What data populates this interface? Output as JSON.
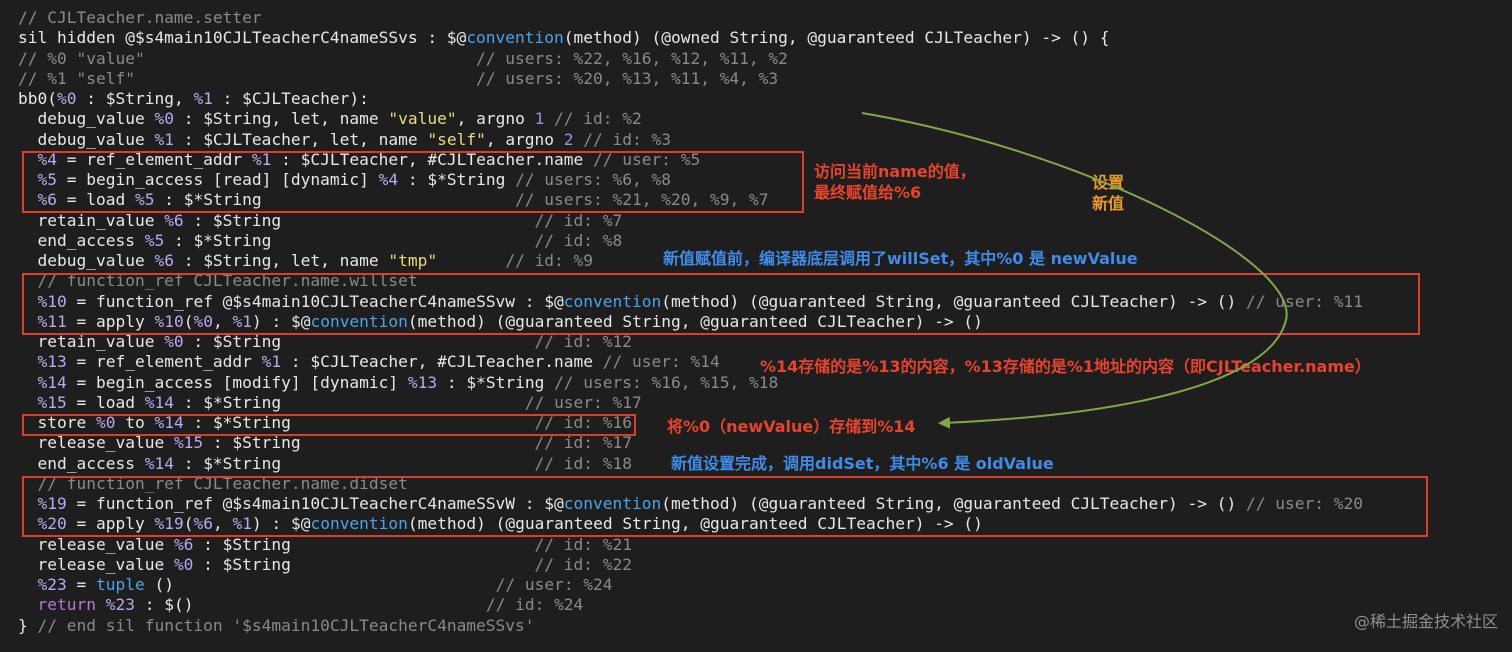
{
  "code_lines": [
    [
      {
        "t": "// CJLTeacher.name.setter",
        "c": "comment"
      }
    ],
    [
      {
        "t": "sil hidden @$s4main10CJLTeacherC4nameSSvs : $@",
        "c": "plain"
      },
      {
        "t": "convention",
        "c": "blue"
      },
      {
        "t": "(method) (@owned String, @guaranteed CJLTeacher) -> () {",
        "c": "plain"
      }
    ],
    [
      {
        "t": "// %0 \"value\"                                  // users: %22, %16, %12, %11, %2",
        "c": "comment"
      }
    ],
    [
      {
        "t": "// %1 \"self\"                                   // users: %20, %13, %11, %4, %3",
        "c": "comment"
      }
    ],
    [
      {
        "t": "bb0(",
        "c": "plain"
      },
      {
        "t": "%0",
        "c": "var"
      },
      {
        "t": " : $String, ",
        "c": "plain"
      },
      {
        "t": "%1",
        "c": "var"
      },
      {
        "t": " : $CJLTeacher):",
        "c": "plain"
      }
    ],
    [
      {
        "t": "  debug_value ",
        "c": "plain"
      },
      {
        "t": "%0",
        "c": "var"
      },
      {
        "t": " : $String, let, name ",
        "c": "plain"
      },
      {
        "t": "\"value\"",
        "c": "str"
      },
      {
        "t": ", argno ",
        "c": "plain"
      },
      {
        "t": "1",
        "c": "num"
      },
      {
        "t": " // id: %2",
        "c": "comment"
      }
    ],
    [
      {
        "t": "  debug_value ",
        "c": "plain"
      },
      {
        "t": "%1",
        "c": "var"
      },
      {
        "t": " : $CJLTeacher, let, name ",
        "c": "plain"
      },
      {
        "t": "\"self\"",
        "c": "str"
      },
      {
        "t": ", argno ",
        "c": "plain"
      },
      {
        "t": "2",
        "c": "num"
      },
      {
        "t": " // id: %3",
        "c": "comment"
      }
    ],
    [
      {
        "t": "  ",
        "c": "plain"
      },
      {
        "t": "%4",
        "c": "var"
      },
      {
        "t": " = ref_element_addr ",
        "c": "plain"
      },
      {
        "t": "%1",
        "c": "var"
      },
      {
        "t": " : $CJLTeacher, #CJLTeacher.name ",
        "c": "plain"
      },
      {
        "t": "// user: %5",
        "c": "comment"
      }
    ],
    [
      {
        "t": "  ",
        "c": "plain"
      },
      {
        "t": "%5",
        "c": "var"
      },
      {
        "t": " = begin_access [read] [dynamic] ",
        "c": "plain"
      },
      {
        "t": "%4",
        "c": "var"
      },
      {
        "t": " : $*String ",
        "c": "plain"
      },
      {
        "t": "// users: %6, %8",
        "c": "comment"
      }
    ],
    [
      {
        "t": "  ",
        "c": "plain"
      },
      {
        "t": "%6",
        "c": "var"
      },
      {
        "t": " = load ",
        "c": "plain"
      },
      {
        "t": "%5",
        "c": "var"
      },
      {
        "t": " : $*String                          ",
        "c": "plain"
      },
      {
        "t": "// users: %21, %20, %9, %7",
        "c": "comment"
      }
    ],
    [
      {
        "t": "  retain_value ",
        "c": "plain"
      },
      {
        "t": "%6",
        "c": "var"
      },
      {
        "t": " : $String                          ",
        "c": "plain"
      },
      {
        "t": "// id: %7",
        "c": "comment"
      }
    ],
    [
      {
        "t": "  end_access ",
        "c": "plain"
      },
      {
        "t": "%5",
        "c": "var"
      },
      {
        "t": " : $*String                           ",
        "c": "plain"
      },
      {
        "t": "// id: %8",
        "c": "comment"
      }
    ],
    [
      {
        "t": "  debug_value ",
        "c": "plain"
      },
      {
        "t": "%6",
        "c": "var"
      },
      {
        "t": " : $String, let, name ",
        "c": "plain"
      },
      {
        "t": "\"tmp\"",
        "c": "str"
      },
      {
        "t": "       ",
        "c": "plain"
      },
      {
        "t": "// id: %9",
        "c": "comment"
      }
    ],
    [
      {
        "t": "  // function_ref CJLTeacher.name.willset",
        "c": "comment"
      }
    ],
    [
      {
        "t": "  ",
        "c": "plain"
      },
      {
        "t": "%10",
        "c": "var"
      },
      {
        "t": " = function_ref @$s4main10CJLTeacherC4nameSSvw : $@",
        "c": "plain"
      },
      {
        "t": "convention",
        "c": "blue"
      },
      {
        "t": "(method) (@guaranteed String, @guaranteed CJLTeacher) -> () ",
        "c": "plain"
      },
      {
        "t": "// user: %11",
        "c": "comment"
      }
    ],
    [
      {
        "t": "  ",
        "c": "plain"
      },
      {
        "t": "%11",
        "c": "var"
      },
      {
        "t": " = apply ",
        "c": "plain"
      },
      {
        "t": "%10",
        "c": "var"
      },
      {
        "t": "(",
        "c": "plain"
      },
      {
        "t": "%0",
        "c": "var"
      },
      {
        "t": ", ",
        "c": "plain"
      },
      {
        "t": "%1",
        "c": "var"
      },
      {
        "t": ") : $@",
        "c": "plain"
      },
      {
        "t": "convention",
        "c": "blue"
      },
      {
        "t": "(method) (@guaranteed String, @guaranteed CJLTeacher) -> ()",
        "c": "plain"
      }
    ],
    [
      {
        "t": "  retain_value ",
        "c": "plain"
      },
      {
        "t": "%0",
        "c": "var"
      },
      {
        "t": " : $String                          ",
        "c": "plain"
      },
      {
        "t": "// id: %12",
        "c": "comment"
      }
    ],
    [
      {
        "t": "  ",
        "c": "plain"
      },
      {
        "t": "%13",
        "c": "var"
      },
      {
        "t": " = ref_element_addr ",
        "c": "plain"
      },
      {
        "t": "%1",
        "c": "var"
      },
      {
        "t": " : $CJLTeacher, #CJLTeacher.name ",
        "c": "plain"
      },
      {
        "t": "// user: %14",
        "c": "comment"
      }
    ],
    [
      {
        "t": "  ",
        "c": "plain"
      },
      {
        "t": "%14",
        "c": "var"
      },
      {
        "t": " = begin_access [modify] [dynamic] ",
        "c": "plain"
      },
      {
        "t": "%13",
        "c": "var"
      },
      {
        "t": " : $*String ",
        "c": "plain"
      },
      {
        "t": "// users: %16, %15, %18",
        "c": "comment"
      }
    ],
    [
      {
        "t": "  ",
        "c": "plain"
      },
      {
        "t": "%15",
        "c": "var"
      },
      {
        "t": " = load ",
        "c": "plain"
      },
      {
        "t": "%14",
        "c": "var"
      },
      {
        "t": " : $*String                         ",
        "c": "plain"
      },
      {
        "t": "// user: %17",
        "c": "comment"
      }
    ],
    [
      {
        "t": "  store ",
        "c": "plain"
      },
      {
        "t": "%0",
        "c": "var"
      },
      {
        "t": " to ",
        "c": "plain"
      },
      {
        "t": "%14",
        "c": "var"
      },
      {
        "t": " : $*String                         ",
        "c": "plain"
      },
      {
        "t": "// id: %16",
        "c": "comment"
      }
    ],
    [
      {
        "t": "  release_value ",
        "c": "plain"
      },
      {
        "t": "%15",
        "c": "var"
      },
      {
        "t": " : $String                        ",
        "c": "plain"
      },
      {
        "t": "// id: %17",
        "c": "comment"
      }
    ],
    [
      {
        "t": "  end_access ",
        "c": "plain"
      },
      {
        "t": "%14",
        "c": "var"
      },
      {
        "t": " : $*String                          ",
        "c": "plain"
      },
      {
        "t": "// id: %18",
        "c": "comment"
      }
    ],
    [
      {
        "t": "  // function_ref CJLTeacher.name.didset",
        "c": "comment"
      }
    ],
    [
      {
        "t": "  ",
        "c": "plain"
      },
      {
        "t": "%19",
        "c": "var"
      },
      {
        "t": " = function_ref @$s4main10CJLTeacherC4nameSSvW : $@",
        "c": "plain"
      },
      {
        "t": "convention",
        "c": "blue"
      },
      {
        "t": "(method) (@guaranteed String, @guaranteed CJLTeacher) -> () ",
        "c": "plain"
      },
      {
        "t": "// user: %20",
        "c": "comment"
      }
    ],
    [
      {
        "t": "  ",
        "c": "plain"
      },
      {
        "t": "%20",
        "c": "var"
      },
      {
        "t": " = apply ",
        "c": "plain"
      },
      {
        "t": "%19",
        "c": "var"
      },
      {
        "t": "(",
        "c": "plain"
      },
      {
        "t": "%6",
        "c": "var"
      },
      {
        "t": ", ",
        "c": "plain"
      },
      {
        "t": "%1",
        "c": "var"
      },
      {
        "t": ") : $@",
        "c": "plain"
      },
      {
        "t": "convention",
        "c": "blue"
      },
      {
        "t": "(method) (@guaranteed String, @guaranteed CJLTeacher) -> ()",
        "c": "plain"
      }
    ],
    [
      {
        "t": "  release_value ",
        "c": "plain"
      },
      {
        "t": "%6",
        "c": "var"
      },
      {
        "t": " : $String                         ",
        "c": "plain"
      },
      {
        "t": "// id: %21",
        "c": "comment"
      }
    ],
    [
      {
        "t": "  release_value ",
        "c": "plain"
      },
      {
        "t": "%0",
        "c": "var"
      },
      {
        "t": " : $String                         ",
        "c": "plain"
      },
      {
        "t": "// id: %22",
        "c": "comment"
      }
    ],
    [
      {
        "t": "  ",
        "c": "plain"
      },
      {
        "t": "%23",
        "c": "var"
      },
      {
        "t": " = ",
        "c": "plain"
      },
      {
        "t": "tuple",
        "c": "blue"
      },
      {
        "t": " ()                                 ",
        "c": "plain"
      },
      {
        "t": "// user: %24",
        "c": "comment"
      }
    ],
    [
      {
        "t": "  ",
        "c": "plain"
      },
      {
        "t": "return",
        "c": "kw"
      },
      {
        "t": " ",
        "c": "plain"
      },
      {
        "t": "%23",
        "c": "var"
      },
      {
        "t": " : $()                              ",
        "c": "plain"
      },
      {
        "t": "// id: %24",
        "c": "comment"
      }
    ],
    [
      {
        "t": "} ",
        "c": "plain"
      },
      {
        "t": "// end sil function '$s4main10CJLTeacherC4nameSSvs'",
        "c": "comment"
      }
    ]
  ],
  "annotations": {
    "read_value": "访问当前name的值，\n最终赋值给%6",
    "set_new": "设置\n新值",
    "willset_note": "新值赋值前，编译器底层调用了willSet，其中%0 是 newValue",
    "storage_note": "%14存储的是%13的内容，%13存储的是%1地址的内容（即CJLTeacher.name）",
    "store_note": "将%0（newValue）存储到%14",
    "didset_note": "新值设置完成，调用didSet，其中%6 是 oldValue"
  },
  "watermark": "@稀土掘金技术社区",
  "colors": {
    "background": "#1e1e1e",
    "box_red": "#d8402c",
    "note_red": "#e8432c",
    "note_blue": "#3f8ce8",
    "note_orange": "#e99a2a",
    "arrow_green": "#7ea84a"
  }
}
